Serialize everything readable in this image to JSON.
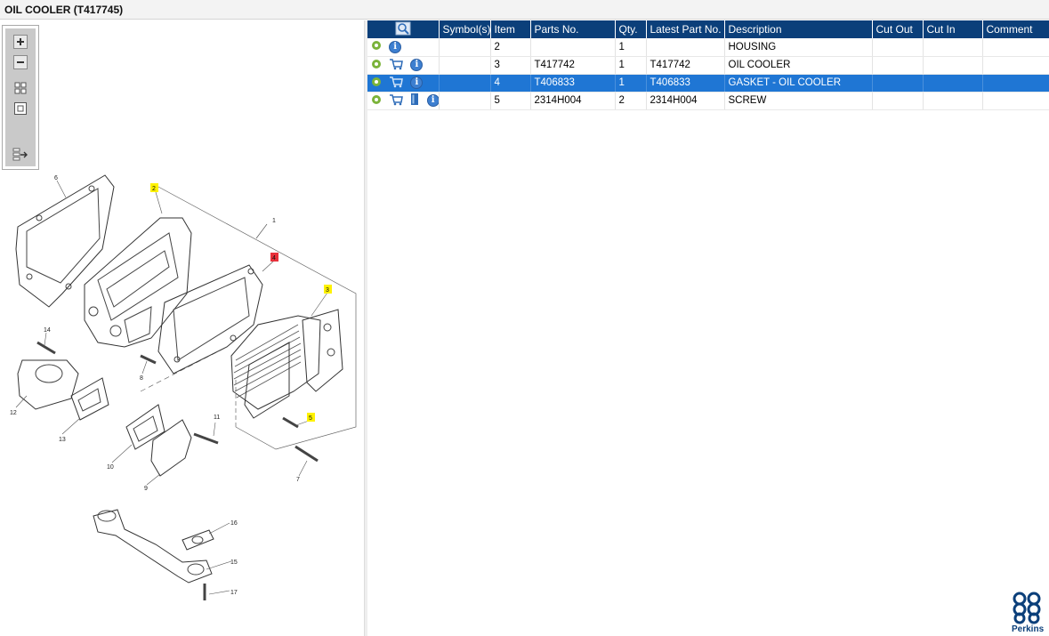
{
  "window": {
    "title": "OIL COOLER (T417745)"
  },
  "toolbox": {
    "tools": [
      {
        "name": "zoom-in-icon"
      },
      {
        "name": "zoom-out-icon"
      },
      {
        "name": "fit-all-icon"
      },
      {
        "name": "actual-size-icon"
      },
      {
        "name": "export-icon"
      }
    ]
  },
  "diagram": {
    "callouts": [
      {
        "label": "1",
        "highlight": "none"
      },
      {
        "label": "2",
        "highlight": "yellow"
      },
      {
        "label": "3",
        "highlight": "yellow"
      },
      {
        "label": "4",
        "highlight": "red"
      },
      {
        "label": "5",
        "highlight": "yellow"
      },
      {
        "label": "6",
        "highlight": "none"
      },
      {
        "label": "7",
        "highlight": "none"
      },
      {
        "label": "8",
        "highlight": "none"
      },
      {
        "label": "9",
        "highlight": "none"
      },
      {
        "label": "10",
        "highlight": "none"
      },
      {
        "label": "11",
        "highlight": "none"
      },
      {
        "label": "12",
        "highlight": "none"
      },
      {
        "label": "13",
        "highlight": "none"
      },
      {
        "label": "14",
        "highlight": "none"
      },
      {
        "label": "15",
        "highlight": "none"
      },
      {
        "label": "16",
        "highlight": "none"
      },
      {
        "label": "17",
        "highlight": "none"
      }
    ]
  },
  "table": {
    "columns": [
      "",
      "Symbol(s)",
      "Item",
      "Parts No.",
      "Qty.",
      "Latest Part No.",
      "Description",
      "Cut Out",
      "Cut In",
      "Comment"
    ],
    "header_icon": "find-part-icon",
    "rows": [
      {
        "icons": [
          "gear-icon",
          "info-icon"
        ],
        "symbols": "",
        "item": "2",
        "part_no": "",
        "qty": "1",
        "latest_part_no": "",
        "description": "HOUSING",
        "cut_out": "",
        "cut_in": "",
        "comment": "",
        "selected": false
      },
      {
        "icons": [
          "gear-icon",
          "cart-icon",
          "info-icon"
        ],
        "symbols": "",
        "item": "3",
        "part_no": "T417742",
        "qty": "1",
        "latest_part_no": "T417742",
        "description": "OIL COOLER",
        "cut_out": "",
        "cut_in": "",
        "comment": "",
        "selected": false
      },
      {
        "icons": [
          "gear-icon",
          "cart-icon",
          "info-icon"
        ],
        "symbols": "",
        "item": "4",
        "part_no": "T406833",
        "qty": "1",
        "latest_part_no": "T406833",
        "description": "GASKET - OIL COOLER",
        "cut_out": "",
        "cut_in": "",
        "comment": "",
        "selected": true
      },
      {
        "icons": [
          "gear-icon",
          "cart-icon",
          "book-icon",
          "info-icon"
        ],
        "symbols": "",
        "item": "5",
        "part_no": "2314H004",
        "qty": "2",
        "latest_part_no": "2314H004",
        "description": "SCREW",
        "cut_out": "",
        "cut_in": "",
        "comment": "",
        "selected": false
      }
    ]
  },
  "brand": {
    "name": "Perkins",
    "color": "#0b3f7a"
  },
  "colors": {
    "header_bg": "#0b3f7a",
    "selected_row": "#1f76d4",
    "yellow_callout": "#fff200",
    "red_callout": "#e8303a"
  }
}
